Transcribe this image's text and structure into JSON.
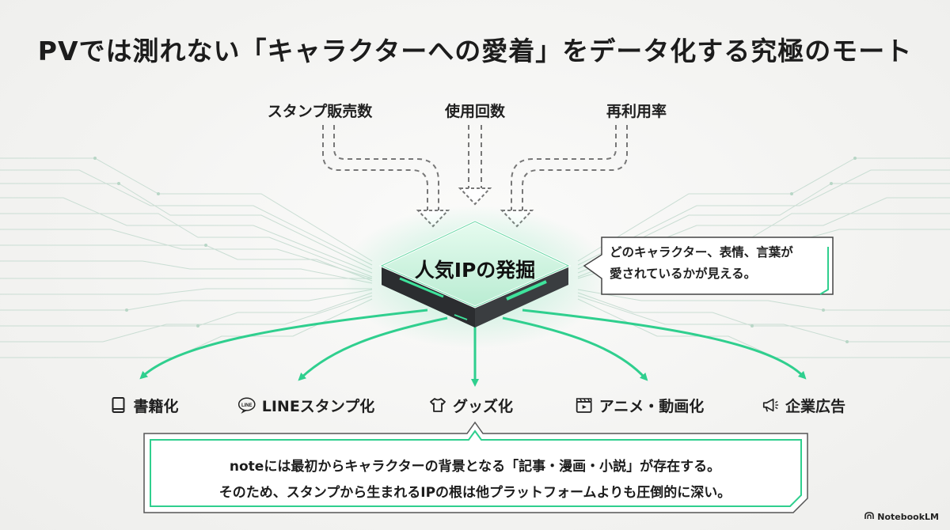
{
  "title": "PVでは測れない「キャラクターへの愛着」をデータ化する究極のモート",
  "metrics": [
    "スタンプ販売数",
    "使用回数",
    "再利用率"
  ],
  "hub": {
    "label": "人気IPの発掘"
  },
  "callout": {
    "line1": "どのキャラクター、表情、言葉が",
    "line2": "愛されているかが見える。"
  },
  "outputs": [
    {
      "label": "書籍化",
      "icon": "book-icon"
    },
    {
      "label": "LINEスタンプ化",
      "icon": "line-icon"
    },
    {
      "label": "グッズ化",
      "icon": "tshirt-icon"
    },
    {
      "label": "アニメ・動画化",
      "icon": "clapperboard-icon"
    },
    {
      "label": "企業広告",
      "icon": "megaphone-icon"
    }
  ],
  "bottom": {
    "line1": "noteには最初からキャラクターの背景となる「記事・漫画・小説」が存在する。",
    "line2": "そのため、スタンプから生まれるIPの根は他プラットフォームよりも圧倒的に深い。"
  },
  "brand": {
    "name": "NotebookLM",
    "icon": "notebooklm-logo-icon"
  },
  "colors": {
    "accent": "#2fcf8e",
    "accent_light": "#bff0d8",
    "text": "#1f1f1f",
    "dashed": "#777777"
  }
}
